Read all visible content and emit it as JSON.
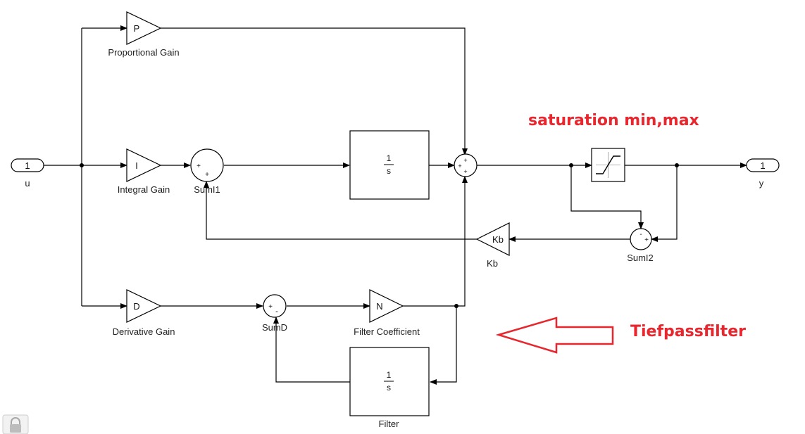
{
  "annotations": {
    "saturation": "saturation min,max",
    "lowpass": "Tiefpassfilter"
  },
  "colors": {
    "annotation": "#e8262d",
    "line": "#000000"
  },
  "ports": {
    "in_number": "1",
    "in_name": "u",
    "out_number": "1",
    "out_name": "y"
  },
  "blocks": {
    "p_gain": {
      "symbol": "P",
      "label": "Proportional Gain"
    },
    "i_gain": {
      "symbol": "I",
      "label": "Integral Gain"
    },
    "d_gain": {
      "symbol": "D",
      "label": "Derivative Gain"
    },
    "n_gain": {
      "symbol": "N",
      "label": "Filter Coefficient"
    },
    "kb_gain": {
      "symbol": "Kb",
      "label": "Kb"
    },
    "integrator": {
      "num": "1",
      "den": "s"
    },
    "filter": {
      "num": "1",
      "den": "s",
      "label": "Filter"
    },
    "sum_i1": {
      "label": "SumI1",
      "signs": [
        "+",
        "+"
      ]
    },
    "sum_i2": {
      "label": "SumI2",
      "signs": [
        "-",
        "+"
      ]
    },
    "sum_d": {
      "label": "SumD",
      "signs": [
        "+",
        "-"
      ]
    },
    "sum_main": {
      "signs": [
        "+",
        "+",
        "+"
      ]
    },
    "saturation": {
      "icon": "saturation-icon"
    }
  },
  "icons": {
    "lock": "lock-icon"
  }
}
